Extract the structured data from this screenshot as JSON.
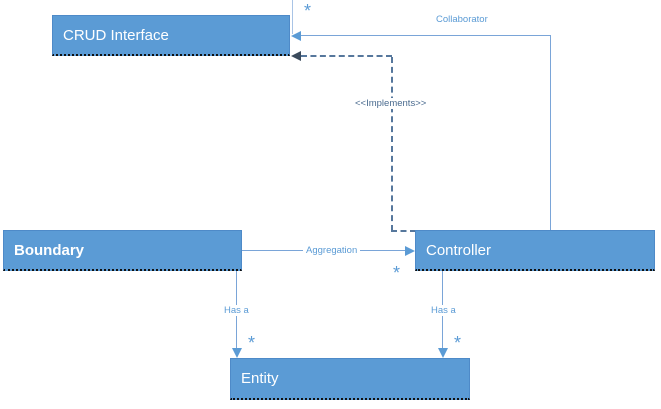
{
  "boxes": {
    "crud": {
      "label": "CRUD Interface"
    },
    "boundary": {
      "label": "Boundary"
    },
    "controller": {
      "label": "Controller"
    },
    "entity": {
      "label": "Entity"
    }
  },
  "connectors": {
    "collaborator": {
      "label": "Collaborator",
      "style": "solid"
    },
    "implements": {
      "label": "<<Implements>>",
      "style": "dashed"
    },
    "aggregation": {
      "label": "Aggregation",
      "style": "solid"
    },
    "has_a_left": {
      "label": "Has a",
      "style": "solid"
    },
    "has_a_right": {
      "label": "Has a",
      "style": "solid"
    }
  },
  "multiplicity": {
    "symbol": "*"
  },
  "colors": {
    "bg": "#ffffff",
    "box_fill": "#5b9bd5",
    "box_border": "#4e8ac8",
    "box_text": "#ffffff",
    "dot_border": "#111111",
    "solid_line": "#7aa5d8",
    "faint_line": "#a9c4e6",
    "solid_arrow": "#5b9bd5",
    "dashed_line": "#56779c",
    "dashed_arrow": "#3a4a5c",
    "label_text": "#5b9bd5",
    "implements_text": "#4a6b8f",
    "star": "#5b9bd5"
  }
}
